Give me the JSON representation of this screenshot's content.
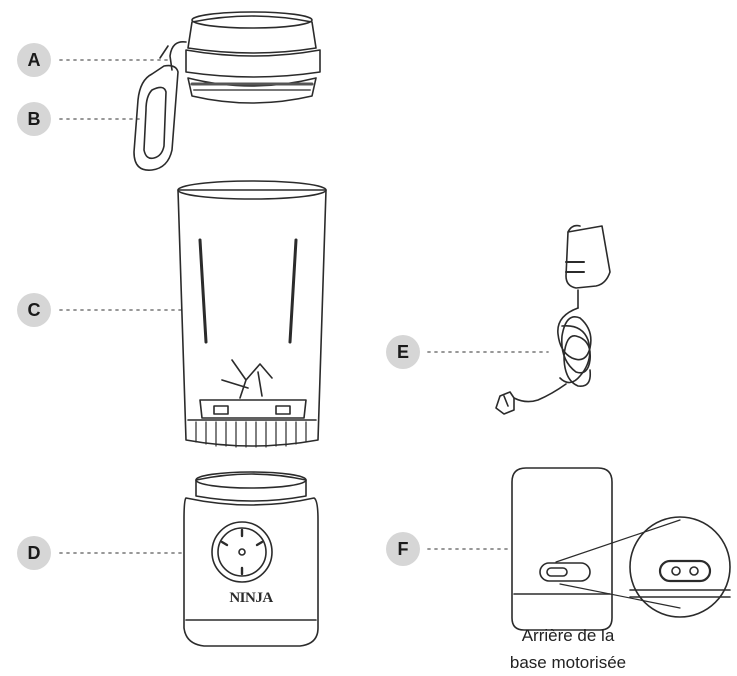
{
  "callouts": [
    {
      "letter": "A",
      "part": "lid"
    },
    {
      "letter": "B",
      "part": "carry-handle"
    },
    {
      "letter": "C",
      "part": "cup"
    },
    {
      "letter": "D",
      "part": "motor-base"
    },
    {
      "letter": "E",
      "part": "power-adapter"
    },
    {
      "letter": "F",
      "part": "charging-port"
    }
  ],
  "caption": {
    "line1": "Arrière de la",
    "line2": "base motorisée"
  },
  "base_logo": "NINJA",
  "colors": {
    "stroke": "#2b2b2b",
    "badge_fill": "#d6d6d6",
    "badge_text": "#1a1a1a",
    "leader": "#8a8a8a"
  }
}
